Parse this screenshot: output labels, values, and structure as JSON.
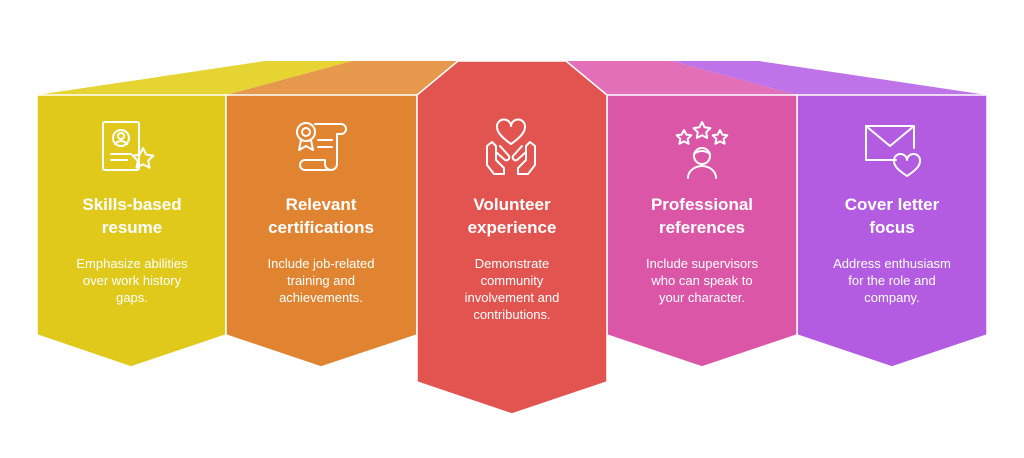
{
  "cards": [
    {
      "title_line1": "Skills-based",
      "title_line2": "resume",
      "desc": [
        "Emphasize abilities",
        "over work history",
        "gaps."
      ],
      "icon": "resume-star-icon",
      "color": "#E0C91A",
      "top_color": "#E6D432"
    },
    {
      "title_line1": "Relevant",
      "title_line2": "certifications",
      "desc": [
        "Include job-related",
        "training and",
        "achievements."
      ],
      "icon": "certificate-scroll-icon",
      "color": "#E08432",
      "top_color": "#E6984C"
    },
    {
      "title_line1": "Volunteer",
      "title_line2": "experience",
      "desc": [
        "Demonstrate",
        "community",
        "involvement and",
        "contributions."
      ],
      "icon": "hands-heart-icon",
      "color": "#E2544F",
      "top_color": "#E86B66"
    },
    {
      "title_line1": "Professional",
      "title_line2": "references",
      "desc": [
        "Include supervisors",
        "who can speak to",
        "your character."
      ],
      "icon": "person-stars-icon",
      "color": "#DC56A8",
      "top_color": "#E26FB8"
    },
    {
      "title_line1": "Cover letter",
      "title_line2": "focus",
      "desc": [
        "Address enthusiasm",
        "for the role and",
        "company."
      ],
      "icon": "envelope-heart-icon",
      "color": "#B35CE1",
      "top_color": "#BF73E8"
    }
  ]
}
